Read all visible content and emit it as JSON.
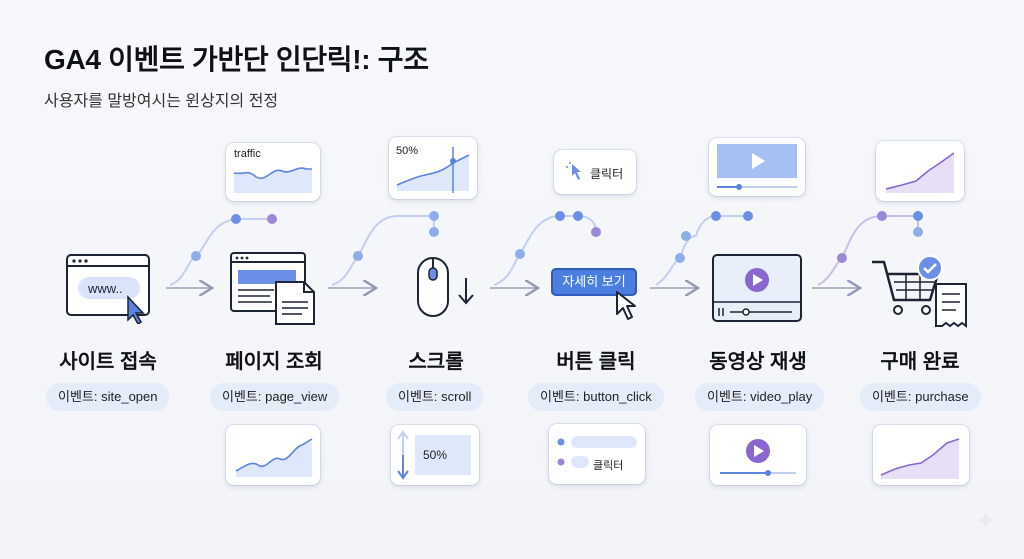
{
  "header": {
    "title": "GA4 이벤트 가반단 인단릭!: 구조",
    "subtitle": "사용자를 말방여시는 윈상지의 전정"
  },
  "steps": [
    {
      "label": "사이트 접속",
      "event": "이벤트: site_open"
    },
    {
      "label": "페이지 조회",
      "event": "이벤트: page_view"
    },
    {
      "label": "스크롤",
      "event": "이벤트: scroll"
    },
    {
      "label": "버튼 클릭",
      "event": "이벤트: button_click"
    },
    {
      "label": "동영상 재생",
      "event": "이벤트: video_play"
    },
    {
      "label": "구매 완료",
      "event": "이벤트: purchase"
    }
  ],
  "icons": {
    "site": {
      "url_text": "www.."
    },
    "button": {
      "label": "자세히 보기"
    }
  },
  "top_cards": {
    "traffic": {
      "label": "traffic"
    },
    "scroll": {
      "label": "50%"
    },
    "click": {
      "label": "클릭터"
    }
  },
  "bottom_cards": {
    "scroll": {
      "label": "50%"
    },
    "click": {
      "label": "클릭터"
    }
  },
  "colors": {
    "accent_blue": "#4a7fe0",
    "accent_purple": "#8a67cf",
    "soft_blue": "#e4ebf9"
  }
}
